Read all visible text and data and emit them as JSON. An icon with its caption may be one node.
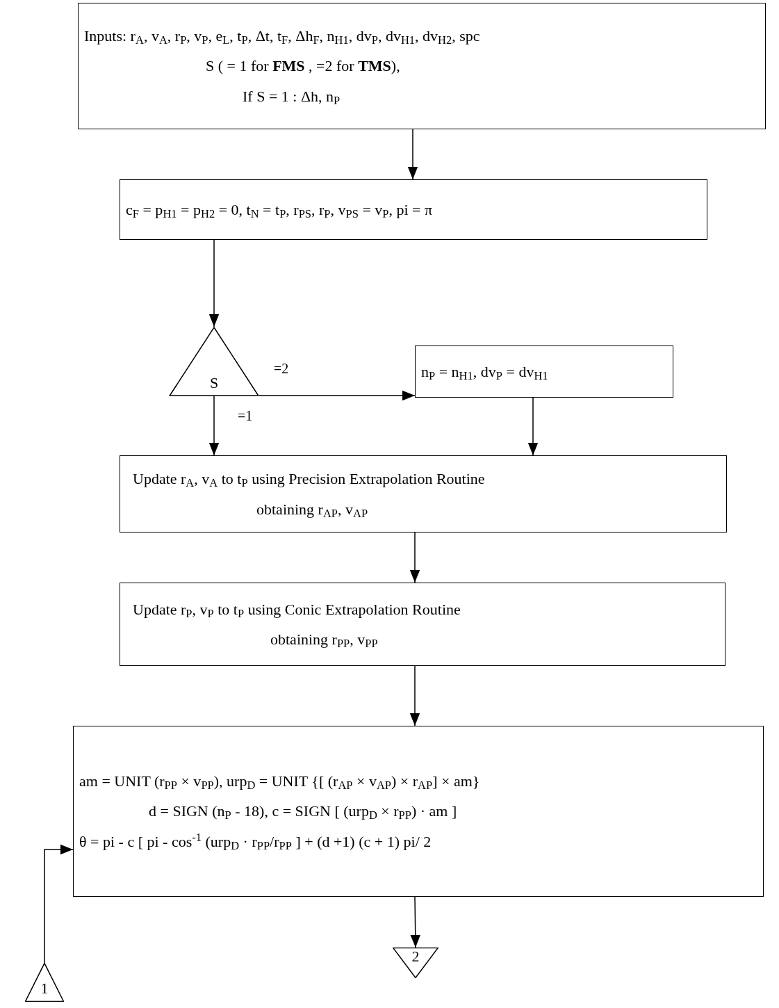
{
  "diagram": {
    "nodes": [
      {
        "text": [
          "Inputs: r$_{A}$, v$_{A}$, r$_{P}$, v$_{P}$, e$_{L}$, t$_{P}$, Δt, t$_{F}$, Δh$_{F}$, n$_{H1}$, dv$_{P}$, dv$_{H1}$, dv$_{H2}$, spc",
          "S ( = 1 for **FMS** , =2 for **TMS**),",
          "If S = 1 : Δh, n$_{P}$"
        ]
      },
      {
        "text": [
          "c$_{F}$ = p$_{H1}$ = p$_{H2}$ = 0, t$_{N}$ = t$_{P}$, r$_{PS}$, r$_{P}$, v$_{PS}$ = v$_{P}$, pi = π"
        ]
      },
      {
        "text": [
          "S"
        ]
      },
      {
        "text": [
          "n$_{P}$ = n$_{H1}$, dv$_{P}$ = dv$_{H1}$"
        ]
      },
      {
        "text": [
          "Update r$_{A}$, v$_{A}$ to t$_{P}$ using Precision Extrapolation Routine",
          "obtaining r$_{AP}$, v$_{AP}$"
        ]
      },
      {
        "text": [
          "Update r$_{P}$, v$_{P}$ to t$_{P}$ using Conic Extrapolation Routine",
          "obtaining r$_{PP}$, v$_{PP}$"
        ]
      },
      {
        "text": [
          "am = UNIT (r$_{PP}$ × v$_{PP}$), urp$_{D}$ = UNIT {[ (r$_{AP}$ × v$_{AP}$) × r$_{AP}$] × am}",
          "d = SIGN (n$_{P}$ - 18), c = SIGN [ (urp$_{D}$ × r$_{PP}$) · am ]",
          "θ = pi - c [ pi - cos$^{-1}$ (urp$_{D}$ · r$_{PP}$/r$_{PP}$ ] + (d +1) (c + 1) pi/ 2"
        ]
      },
      {
        "text": [
          "1"
        ]
      },
      {
        "text": [
          "2"
        ]
      }
    ],
    "edges": [
      {
        "from": 0,
        "to": 1,
        "arrow": "to"
      },
      {
        "from": 1,
        "to": 2,
        "arrow": "to"
      },
      {
        "from": 2,
        "to": 3,
        "arrow": "to",
        "label": "=2"
      },
      {
        "from": 2,
        "to": 4,
        "arrow": "to",
        "label": "=1"
      },
      {
        "from": 3,
        "to": 4,
        "arrow": "to"
      },
      {
        "from": 4,
        "to": 5,
        "arrow": "to"
      },
      {
        "from": 5,
        "to": 6,
        "arrow": "to"
      },
      {
        "from": 7,
        "to": 6,
        "arrow": "to"
      },
      {
        "from": 6,
        "to": 8,
        "arrow": "to"
      }
    ]
  }
}
